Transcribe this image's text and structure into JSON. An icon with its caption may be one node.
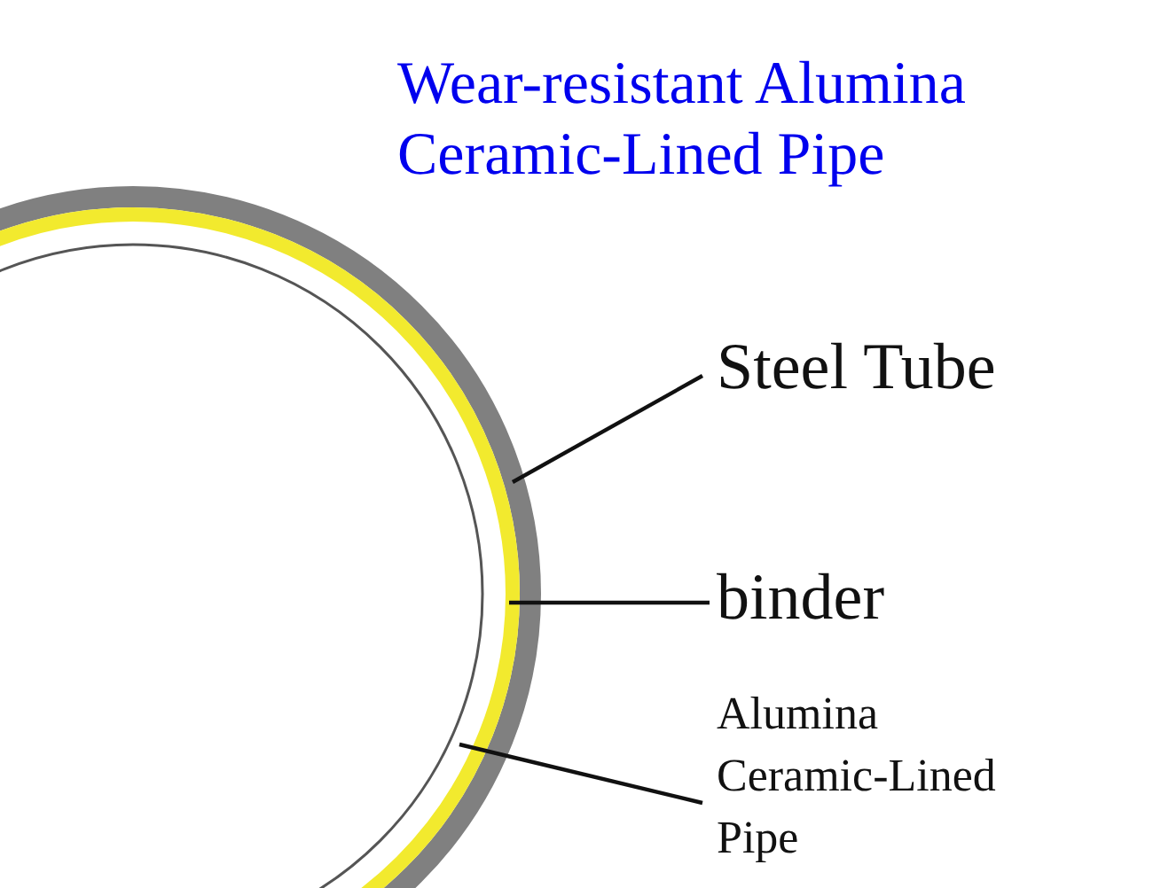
{
  "diagram": {
    "title": "Wear-resistant Alumina Ceramic-Lined Pipe",
    "nodes": [
      {
        "text": [
          "Steel Tube"
        ]
      },
      {
        "text": [
          "binder"
        ]
      },
      {
        "text": [
          "Alumina Ceramic-Lined Pipe"
        ]
      }
    ],
    "edges": [
      {
        "from": 0,
        "to": null,
        "arrow": "none"
      },
      {
        "from": 1,
        "to": null,
        "arrow": "none"
      },
      {
        "from": 2,
        "to": null,
        "arrow": "none"
      }
    ]
  }
}
